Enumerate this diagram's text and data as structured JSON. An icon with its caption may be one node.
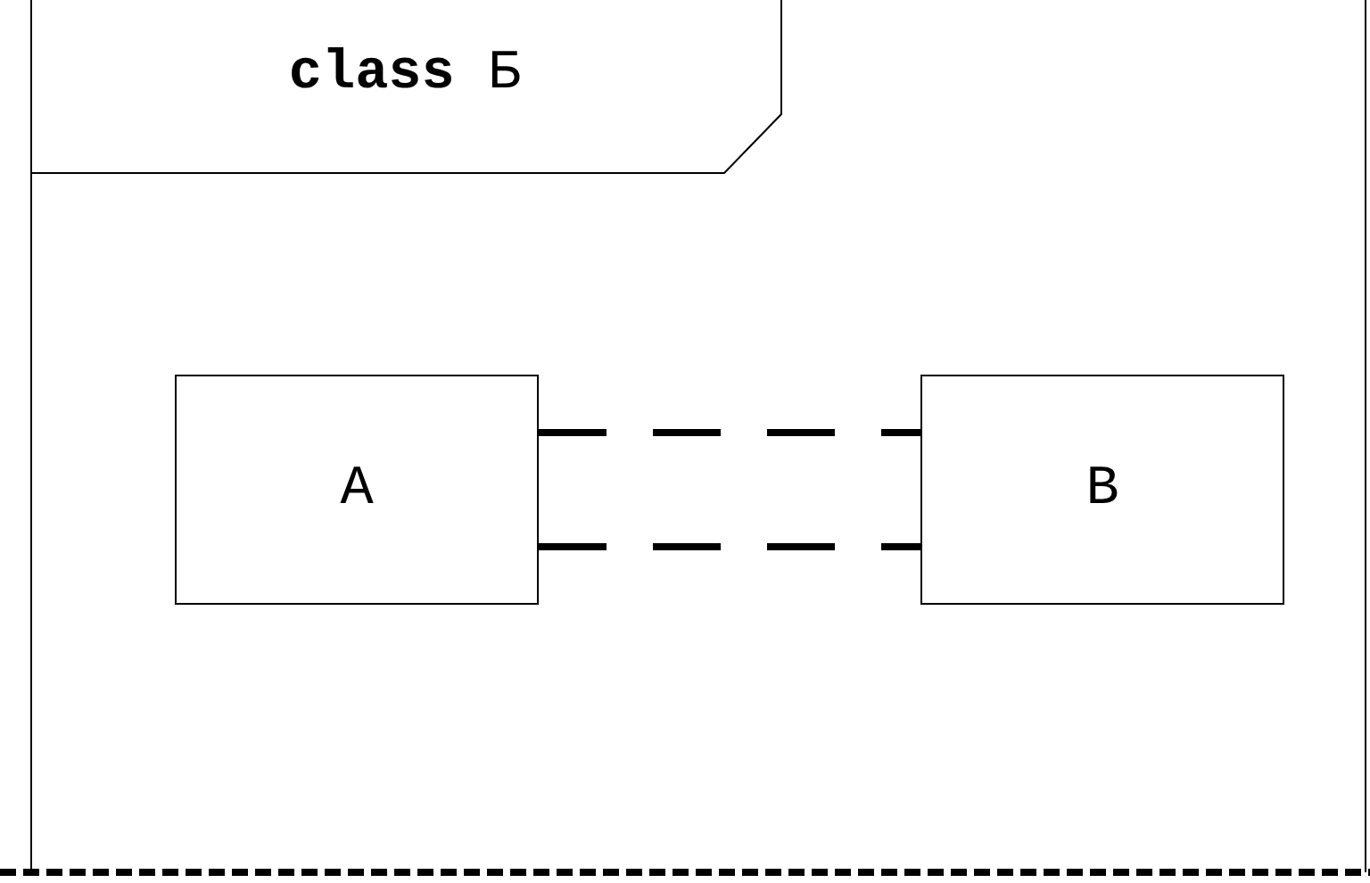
{
  "diagram": {
    "nodes": [
      {
        "text": [
          "**class** Б"
        ]
      },
      {
        "text": [
          "A"
        ],
        "in": 0
      },
      {
        "text": [
          "B"
        ],
        "in": 0
      }
    ],
    "edges": [
      {
        "from": 1,
        "to": 2,
        "arrow": "none",
        "style": "dashed"
      },
      {
        "from": 1,
        "to": 2,
        "arrow": "none",
        "style": "dashed"
      }
    ]
  }
}
